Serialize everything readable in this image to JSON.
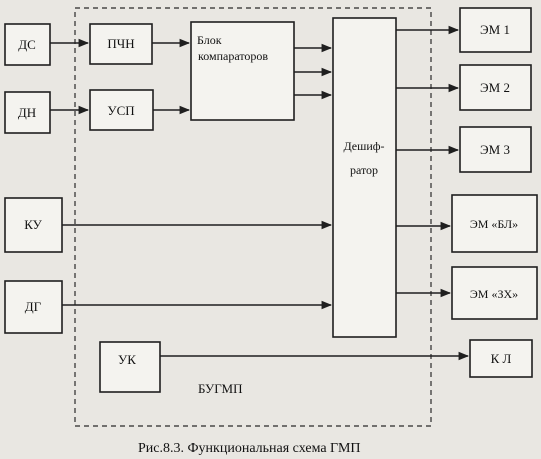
{
  "blocks": {
    "ds": "ДС",
    "dn": "ДН",
    "ku": "КУ",
    "dg": "ДГ",
    "pchn": "ПЧН",
    "usp": "УСП",
    "comparator_line1": "Блок",
    "comparator_line2": "компараторов",
    "decoder_line1": "Дешиф-",
    "decoder_line2": "ратор",
    "uk": "УК",
    "em1": "ЭМ 1",
    "em2": "ЭМ 2",
    "em3": "ЭМ 3",
    "em_bl": "ЭМ «БЛ»",
    "em_zx": "ЭМ «ЗХ»",
    "kl": "К Л"
  },
  "frame_label": "БУГМП",
  "caption": "Рис.8.3. Функциональная схема ГМП"
}
